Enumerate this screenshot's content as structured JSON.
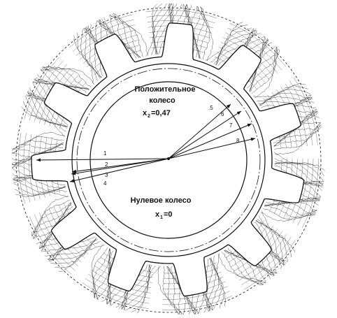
{
  "figure": {
    "positive_wheel": {
      "title_line1": "Положительное",
      "title_line2": "колесо",
      "coef_prefix": "x",
      "coef_sub": "2",
      "coef_value": "=0,47"
    },
    "zero_wheel": {
      "title": "Нулевое колесо",
      "coef_prefix": "x",
      "coef_sub": "1",
      "coef_value": "=0"
    },
    "ray_labels": [
      "1",
      "2",
      "3",
      "4",
      ".5",
      "6",
      "7",
      "8"
    ],
    "tooth_count": 11,
    "line_color": "#111111",
    "background": "#ffffff"
  }
}
